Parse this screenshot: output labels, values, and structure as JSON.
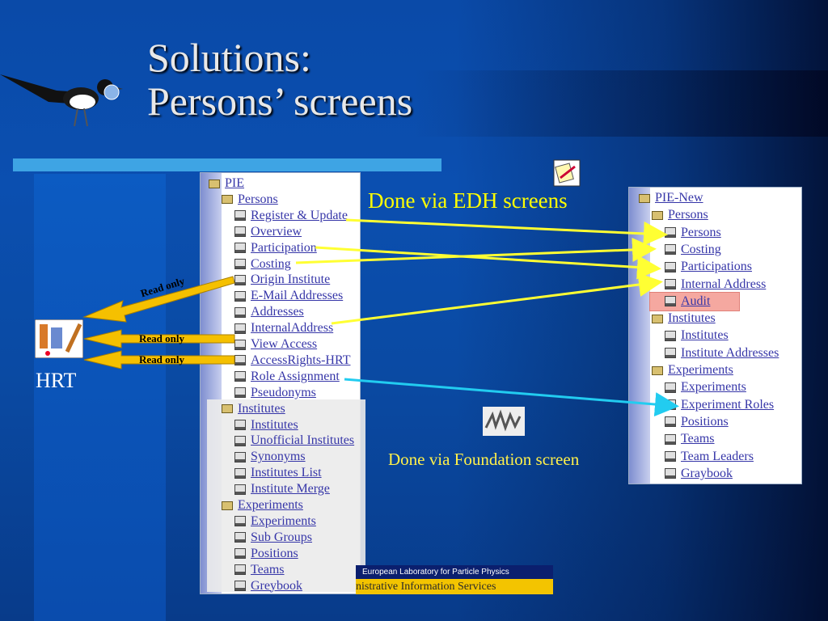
{
  "title": {
    "line1": "Solutions:",
    "line2": "Persons’ screens"
  },
  "left_tree": {
    "items": [
      {
        "label": "PIE",
        "icon": "folder-icon",
        "indent": 0
      },
      {
        "label": "Persons",
        "icon": "folder-icon",
        "indent": 1
      },
      {
        "label": "Register & Update",
        "icon": "screen-icon",
        "indent": 2
      },
      {
        "label": "Overview",
        "icon": "screen-icon",
        "indent": 2
      },
      {
        "label": "Participation",
        "icon": "screen-icon",
        "indent": 2
      },
      {
        "label": "Costing",
        "icon": "screen-icon",
        "indent": 2
      },
      {
        "label": "Origin Institute",
        "icon": "screen-icon",
        "indent": 2
      },
      {
        "label": "E-Mail Addresses",
        "icon": "screen-icon",
        "indent": 2
      },
      {
        "label": "Addresses",
        "icon": "screen-icon",
        "indent": 2
      },
      {
        "label": "InternalAddress",
        "icon": "screen-icon",
        "indent": 2
      },
      {
        "label": "View Access",
        "icon": "screen-icon",
        "indent": 2
      },
      {
        "label": "AccessRights-HRT",
        "icon": "screen-icon",
        "indent": 2
      },
      {
        "label": "Role Assignment",
        "icon": "screen-icon",
        "indent": 2
      },
      {
        "label": "Pseudonyms",
        "icon": "screen-icon",
        "indent": 2
      },
      {
        "label": "Institutes",
        "icon": "folder-icon",
        "indent": 1
      },
      {
        "label": "Institutes",
        "icon": "screen-icon",
        "indent": 2
      },
      {
        "label": "Unofficial Institutes",
        "icon": "screen-icon",
        "indent": 2
      },
      {
        "label": "Synonyms",
        "icon": "screen-icon",
        "indent": 2
      },
      {
        "label": "Institutes List",
        "icon": "screen-icon",
        "indent": 2
      },
      {
        "label": "Institute Merge",
        "icon": "screen-icon",
        "indent": 2
      },
      {
        "label": "Experiments",
        "icon": "folder-icon",
        "indent": 1
      },
      {
        "label": "Experiments",
        "icon": "screen-icon",
        "indent": 2
      },
      {
        "label": "Sub Groups",
        "icon": "screen-icon",
        "indent": 2
      },
      {
        "label": "Positions",
        "icon": "screen-icon",
        "indent": 2
      },
      {
        "label": "Teams",
        "icon": "screen-icon",
        "indent": 2
      },
      {
        "label": "Greybook",
        "icon": "screen-icon",
        "indent": 2
      }
    ]
  },
  "right_tree": {
    "items": [
      {
        "label": "PIE-New",
        "icon": "folder-icon",
        "indent": 0
      },
      {
        "label": "Persons",
        "icon": "folder-icon",
        "indent": 1
      },
      {
        "label": "Persons",
        "icon": "screen-icon",
        "indent": 2
      },
      {
        "label": "Costing",
        "icon": "screen-icon",
        "indent": 2
      },
      {
        "label": "Participations",
        "icon": "screen-icon",
        "indent": 2
      },
      {
        "label": "Internal Address",
        "icon": "screen-icon",
        "indent": 2
      },
      {
        "label": "Audit",
        "icon": "screen-icon",
        "indent": 2,
        "highlight": true
      },
      {
        "label": "Institutes",
        "icon": "folder-icon",
        "indent": 1
      },
      {
        "label": "Institutes",
        "icon": "screen-icon",
        "indent": 2
      },
      {
        "label": "Institute Addresses",
        "icon": "screen-icon",
        "indent": 2
      },
      {
        "label": "Experiments",
        "icon": "folder-icon",
        "indent": 1
      },
      {
        "label": "Experiments",
        "icon": "screen-icon",
        "indent": 2
      },
      {
        "label": "Experiment Roles",
        "icon": "screen-icon",
        "indent": 2
      },
      {
        "label": "Positions",
        "icon": "screen-icon",
        "indent": 2
      },
      {
        "label": "Teams",
        "icon": "screen-icon",
        "indent": 2
      },
      {
        "label": "Team Leaders",
        "icon": "screen-icon",
        "indent": 2
      },
      {
        "label": "Graybook",
        "icon": "screen-icon",
        "indent": 2
      }
    ]
  },
  "annotations": {
    "edh": "Done via EDH screens",
    "foundation": "Done via Foundation screen",
    "hrt": "HRT",
    "read_only_1": "Read only",
    "read_only_2": "Read only",
    "read_only_3": "Read only"
  },
  "footer": {
    "line1": "European Laboratory for Particle Physics",
    "line2": "nistrative Information Services"
  },
  "colors": {
    "arrow_yellow": "#ffff33",
    "arrow_cyan": "#22ccf0",
    "arrow_gold": "#f5c000",
    "link": "#3636a8",
    "audit_highlight": "#f5a8a0"
  }
}
